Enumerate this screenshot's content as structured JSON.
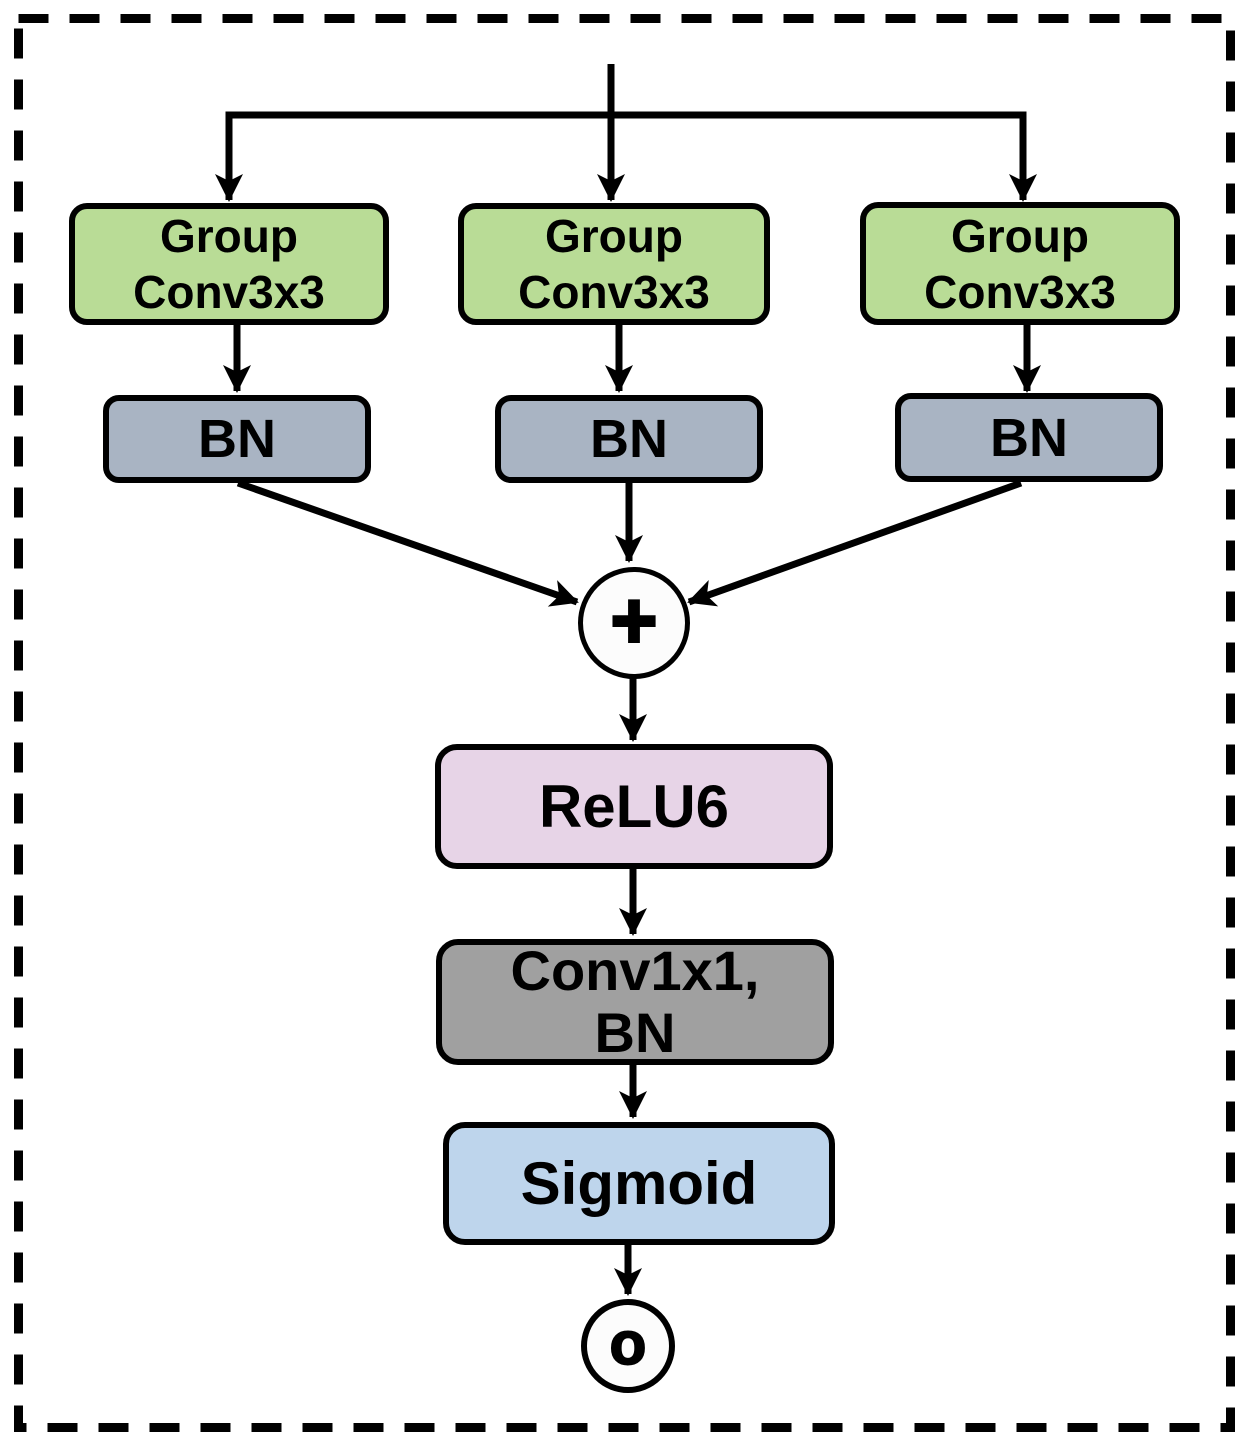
{
  "figure": {
    "frame": {
      "style": "dashed",
      "color": "#000000"
    },
    "branches": [
      {
        "conv_line1": "Group",
        "conv_line2": "Conv3x3",
        "bn_label": "BN"
      },
      {
        "conv_line1": "Group",
        "conv_line2": "Conv3x3",
        "bn_label": "BN"
      },
      {
        "conv_line1": "Group",
        "conv_line2": "Conv3x3",
        "bn_label": "BN"
      }
    ],
    "merge_operator": "+",
    "relu_label": "ReLU6",
    "conv1x1_line1": "Conv1x1,",
    "conv1x1_line2": "BN",
    "sigmoid_label": "Sigmoid",
    "output_symbol": "o",
    "colors": {
      "group_conv_fill": "#b9dc96",
      "bn_fill": "#a9b4c3",
      "relu_fill": "#e7d4e7",
      "conv1x1_fill": "#a0a0a0",
      "sigmoid_fill": "#bed5ec",
      "operator_circle_fill": "#fcfcfc",
      "line_and_text": "#000000",
      "background": "#ffffff"
    }
  }
}
